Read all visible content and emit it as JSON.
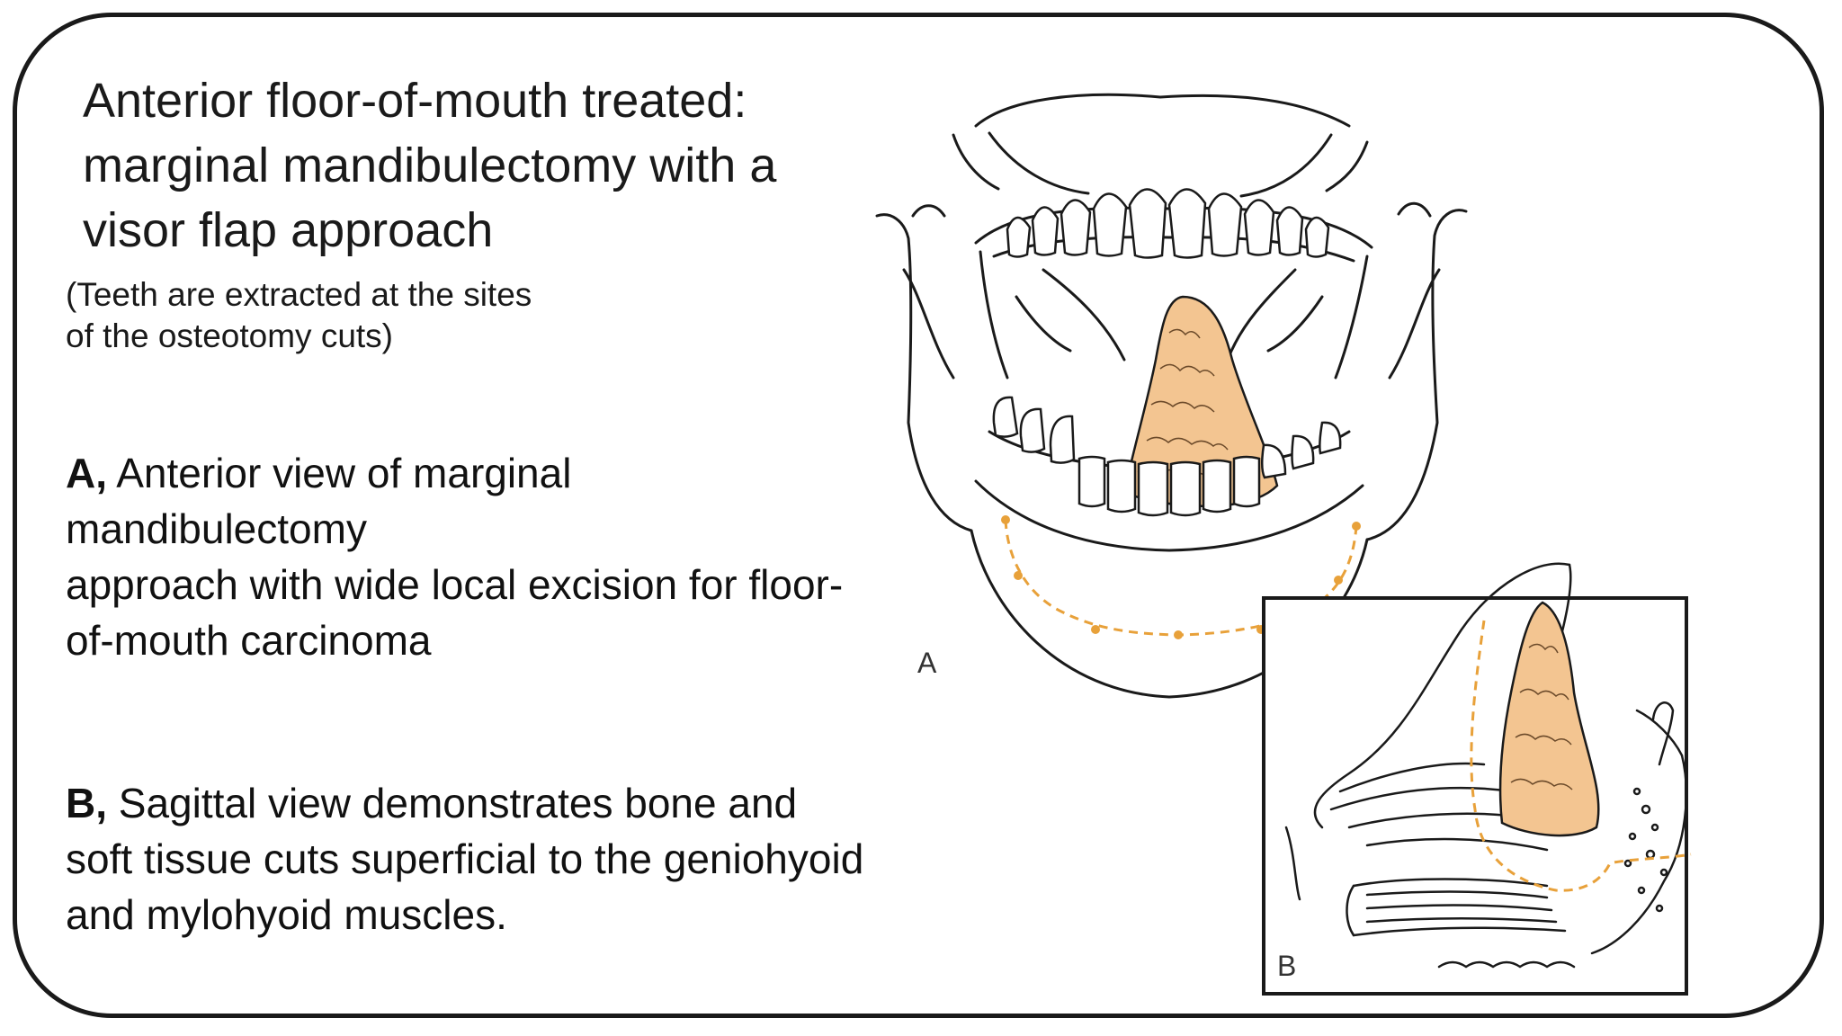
{
  "title_lines": [
    "Anterior floor-of-mouth treated:",
    "marginal mandibulectomy with a",
    "visor flap approach"
  ],
  "note_lines": [
    "(Teeth are extracted at the sites",
    "of the osteotomy cuts)"
  ],
  "caption_a": {
    "letter": "A,",
    "lines": [
      " Anterior view of marginal",
      "mandibulectomy",
      "approach with wide local excision for floor-",
      "of-mouth carcinoma"
    ]
  },
  "caption_b": {
    "letter": "B,",
    "lines": [
      " Sagittal view demonstrates bone and",
      "soft tissue cuts superficial to the geniohyoid",
      "and mylohyoid muscles."
    ]
  },
  "figure_labels": {
    "a": "A",
    "b": "B"
  },
  "colors": {
    "tumor": "#f3c591",
    "cut_line": "#e8a13a",
    "outline": "#1a1a1a"
  }
}
